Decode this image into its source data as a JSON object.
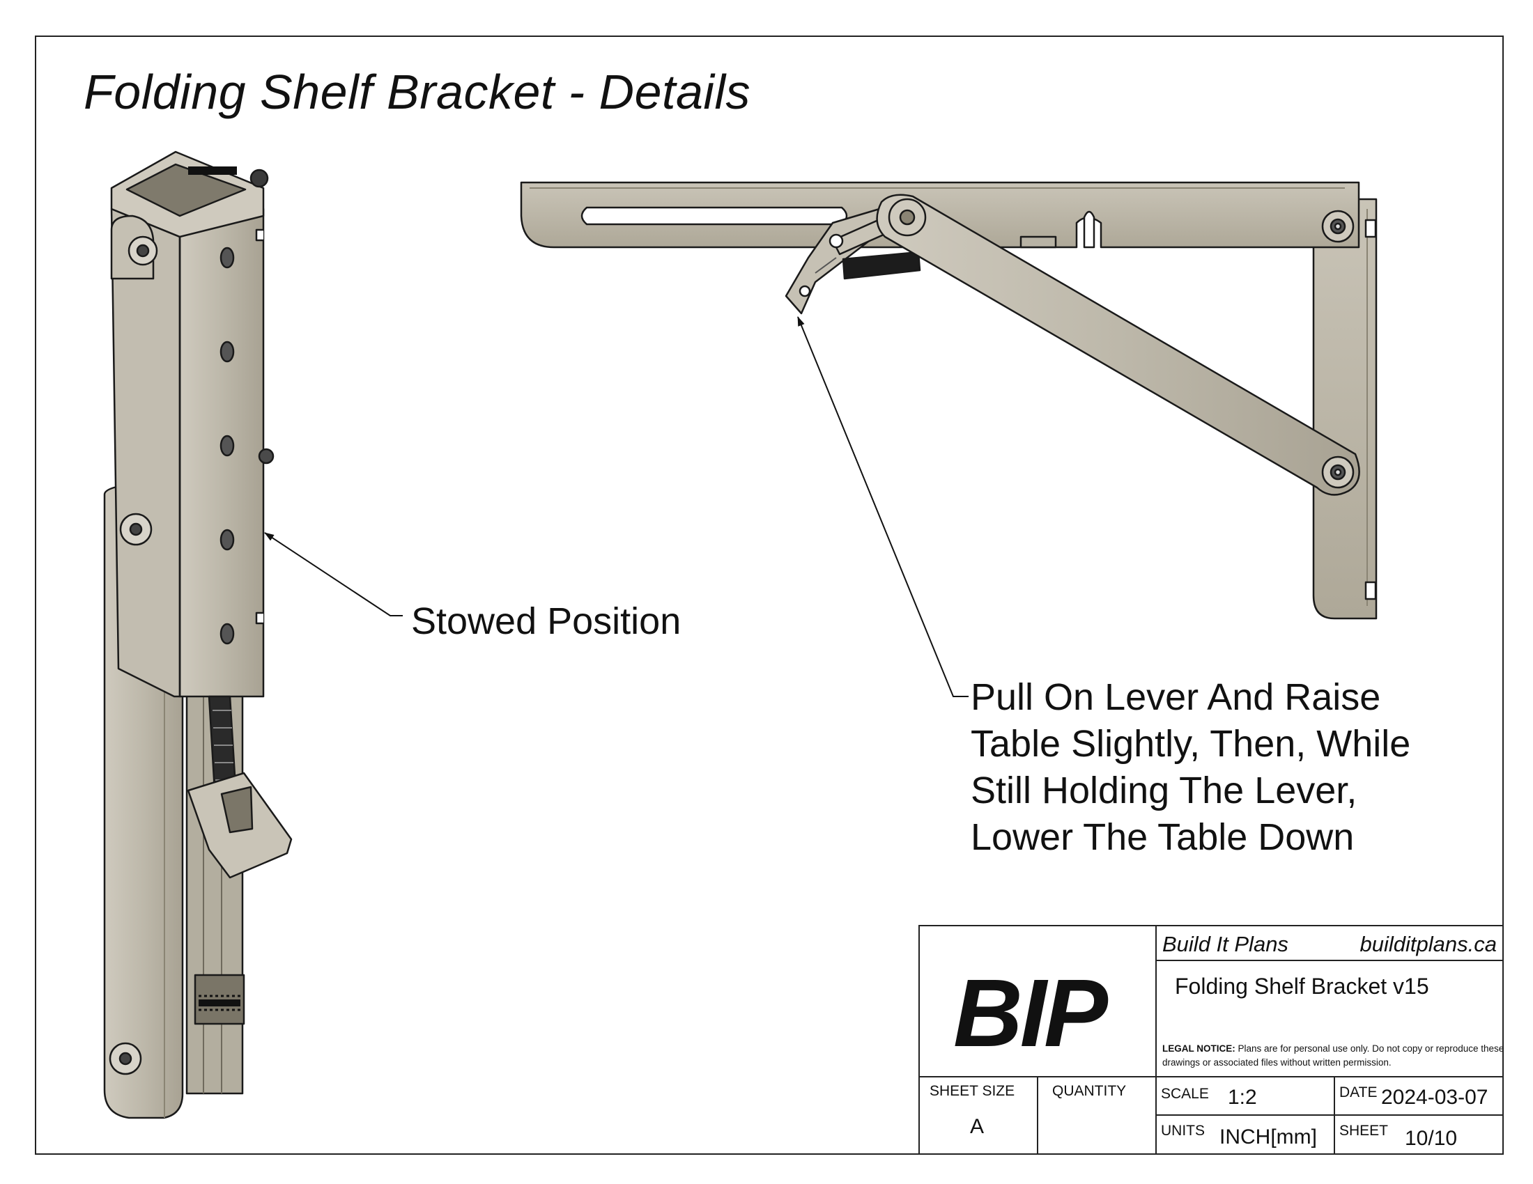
{
  "page": {
    "title": "Folding Shelf Bracket - Details"
  },
  "callouts": {
    "stowed": "Stowed Position",
    "pull_lines": [
      "Pull On Lever And Raise",
      "Table Slightly, Then, While",
      "Still Holding The Lever,",
      "Lower The Table Down"
    ]
  },
  "title_block": {
    "logo": "BIP",
    "company": "Build It Plans",
    "website": "builditplans.ca",
    "part_name": "Folding Shelf Bracket v15",
    "legal_label": "LEGAL NOTICE:",
    "legal_text": "Plans are for personal use only. Do not copy or reproduce these drawings or associated files without written permission.",
    "sheet_size_label": "SHEET SIZE",
    "sheet_size": "A",
    "quantity_label": "QUANTITY",
    "quantity": "",
    "scale_label": "SCALE",
    "scale": "1:2",
    "date_label": "DATE",
    "date": "2024-03-07",
    "units_label": "UNITS",
    "units": "INCH[mm]",
    "sheet_label": "SHEET",
    "sheet": "10/10"
  },
  "colors": {
    "metal": "#b9b4a6",
    "metal_shadow": "#9b9585",
    "metal_light": "#d3cfc4",
    "line": "#1a1a1a",
    "spring": "#1e1e1e"
  }
}
